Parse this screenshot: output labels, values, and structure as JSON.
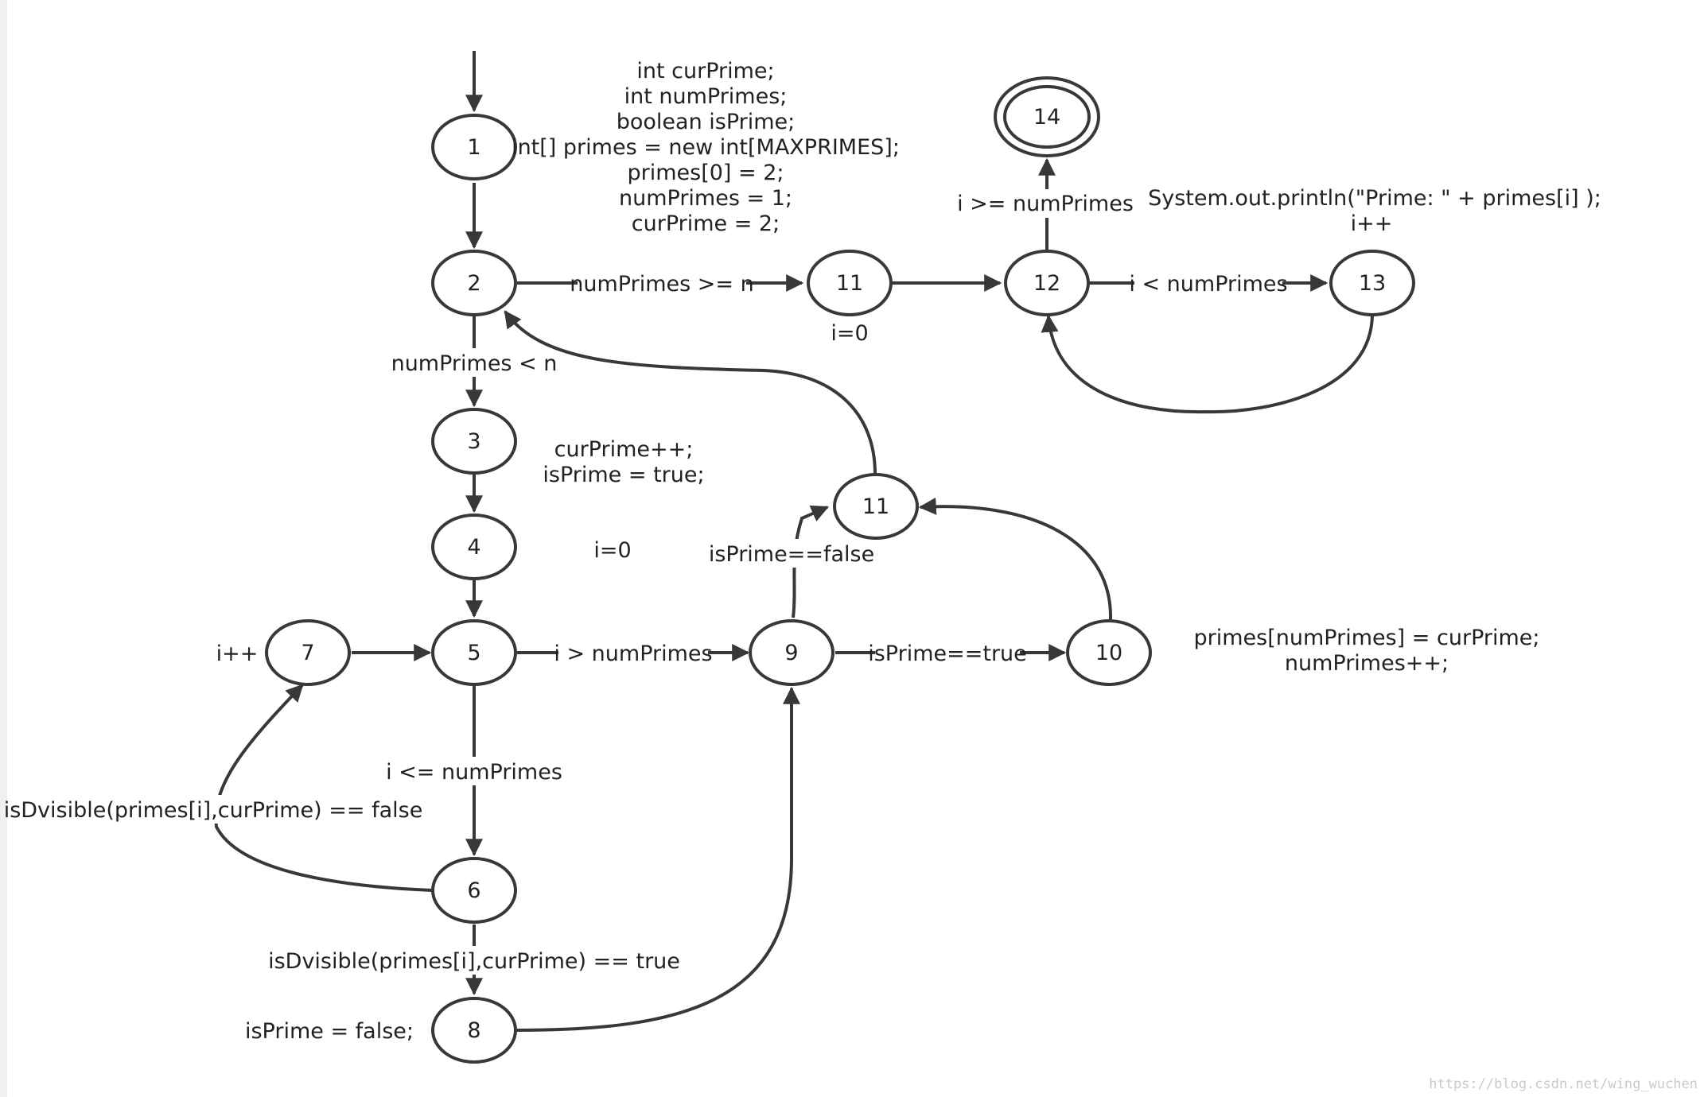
{
  "nodes": [
    {
      "id": "n1",
      "label": "1"
    },
    {
      "id": "n2",
      "label": "2"
    },
    {
      "id": "n3",
      "label": "3"
    },
    {
      "id": "n4",
      "label": "4"
    },
    {
      "id": "n5",
      "label": "5"
    },
    {
      "id": "n6",
      "label": "6"
    },
    {
      "id": "n7",
      "label": "7"
    },
    {
      "id": "n8",
      "label": "8"
    },
    {
      "id": "n9",
      "label": "9"
    },
    {
      "id": "n10",
      "label": "10"
    },
    {
      "id": "n11a",
      "label": "11"
    },
    {
      "id": "n11b",
      "label": "11"
    },
    {
      "id": "n12",
      "label": "12"
    },
    {
      "id": "n13",
      "label": "13"
    },
    {
      "id": "n14",
      "label": "14",
      "final": true
    }
  ],
  "edge_labels": {
    "e2_11": "numPrimes >= n",
    "e2_3": "numPrimes < n",
    "e12_13": "i < numPrimes",
    "e12_14": "i >= numPrimes",
    "e5_9": "i > numPrimes",
    "e5_6": "i <= numPrimes",
    "e9_10": "isPrime==true",
    "e9_11": "isPrime==false",
    "e6_7": "isDvisible(primes[i],curPrime) == false",
    "e6_8": "isDvisible(primes[i],curPrime) == true"
  },
  "notes": {
    "node1_code": [
      "int curPrime;",
      "int numPrimes;",
      "boolean isPrime;",
      "int[] primes = new int[MAXPRIMES];",
      "primes[0] = 2;",
      "numPrimes = 1;",
      "curPrime = 2;"
    ],
    "node3_code": [
      "curPrime++;",
      "isPrime = true;"
    ],
    "node4_code": "i=0",
    "node11_init": "i=0",
    "node13_code": [
      "System.out.println(\"Prime: \" + primes[i] );",
      "i++"
    ],
    "node7_code": "i++",
    "node8_code": "isPrime = false;",
    "node10_code": [
      "primes[numPrimes] = curPrime;",
      "numPrimes++;"
    ]
  },
  "watermark": "https://blog.csdn.net/wing_wuchen"
}
